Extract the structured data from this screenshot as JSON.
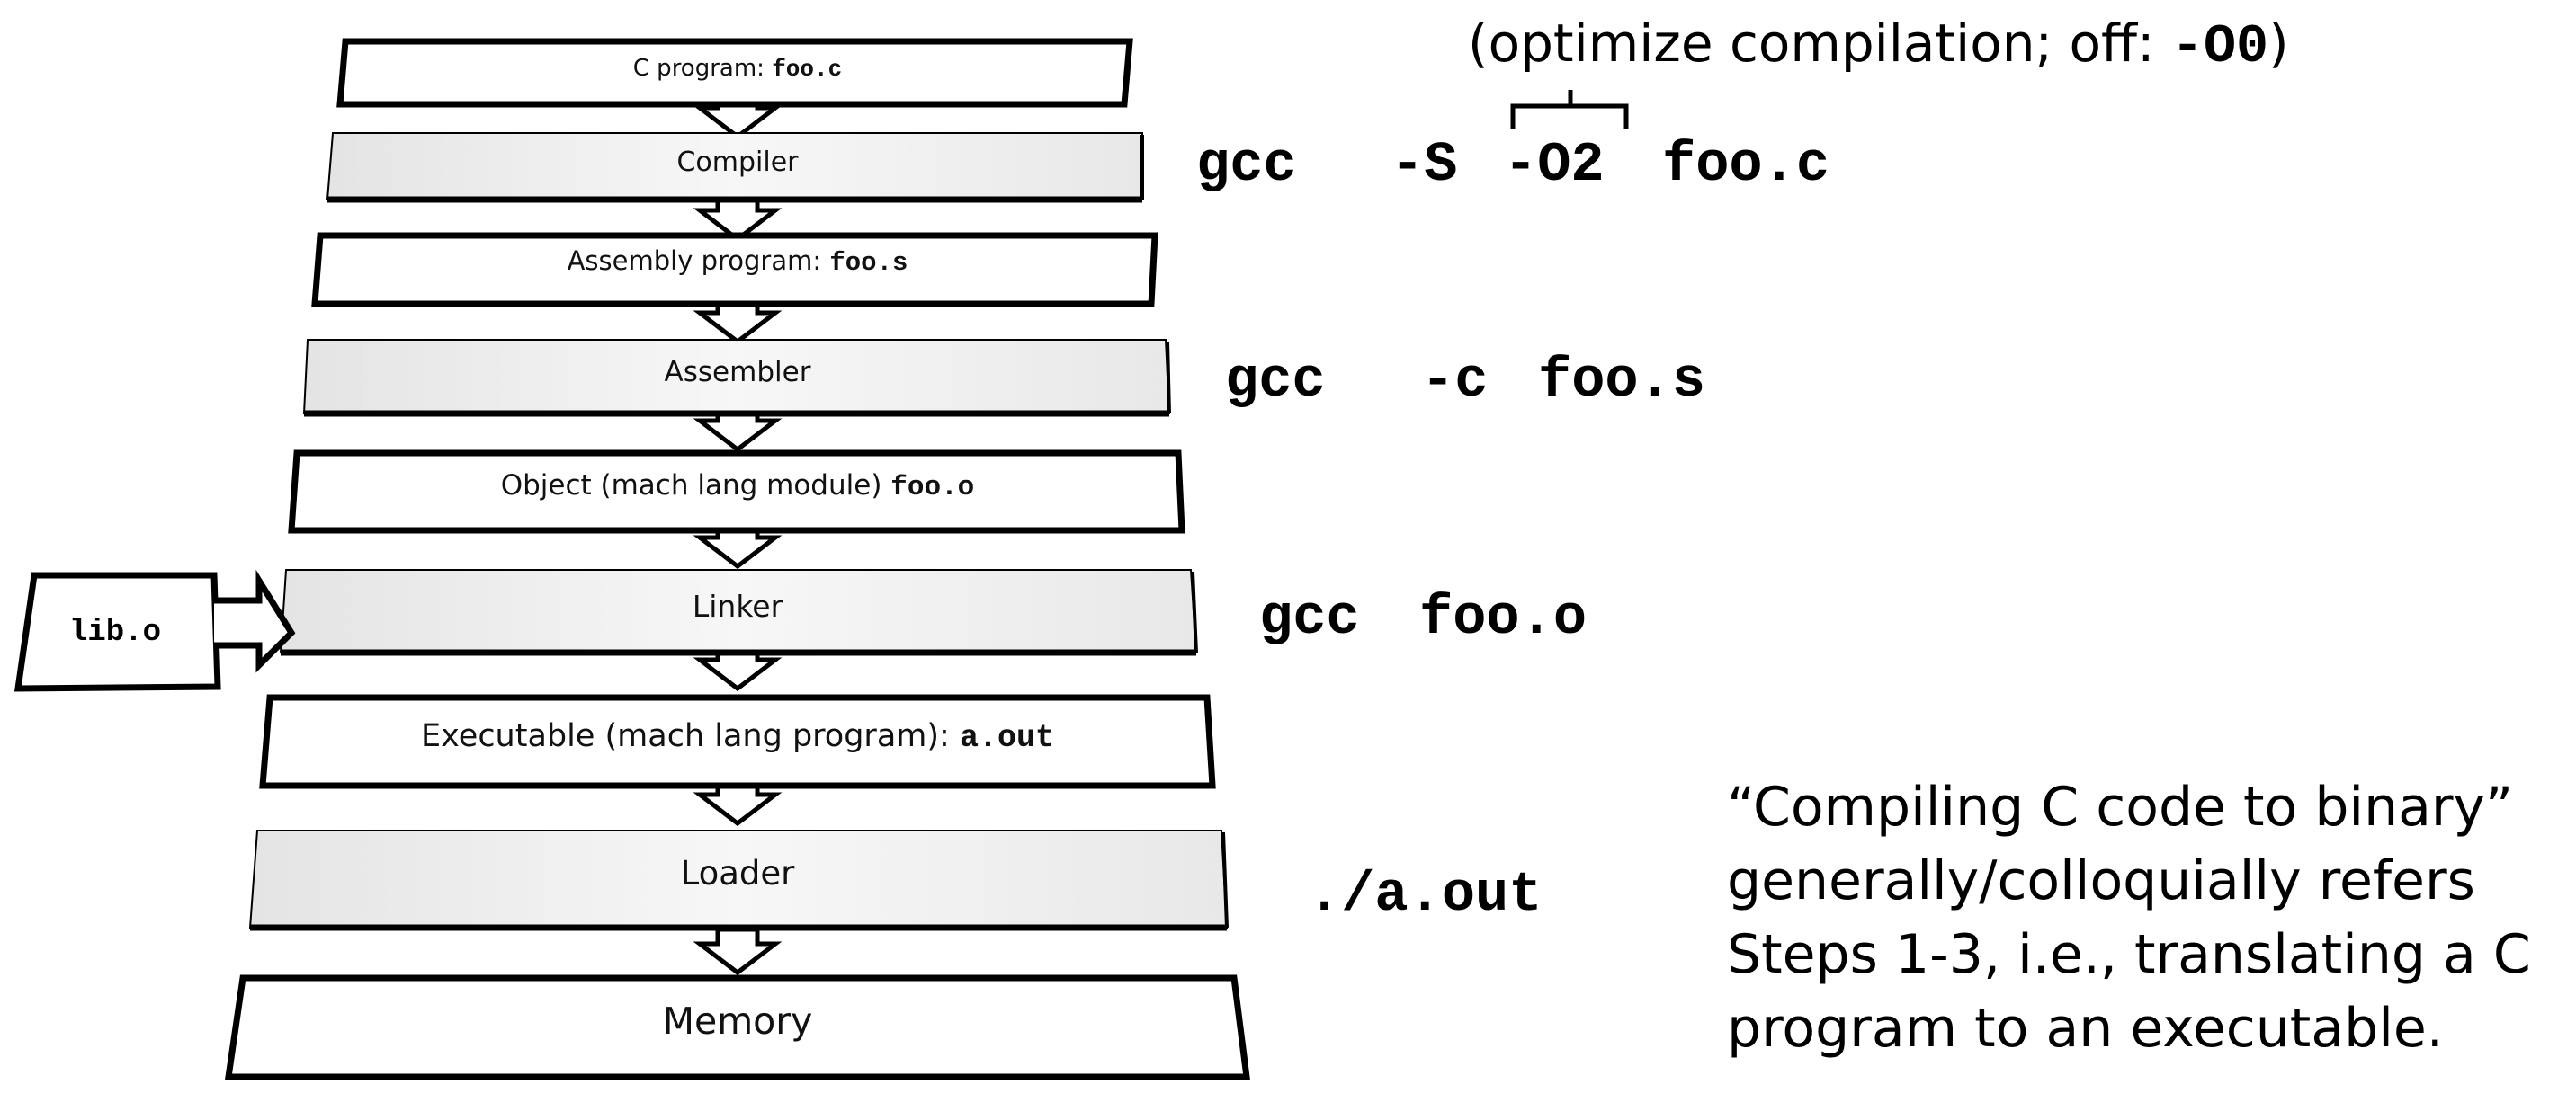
{
  "pipeline": {
    "c_program": {
      "label": "C program: ",
      "file": "foo.c"
    },
    "compiler": {
      "label": "Compiler"
    },
    "assembly": {
      "label": "Assembly program: ",
      "file": "foo.s"
    },
    "assembler": {
      "label": "Assembler"
    },
    "object": {
      "label": "Object (mach lang module) ",
      "file": "foo.o"
    },
    "linker": {
      "label": "Linker"
    },
    "executable": {
      "label": "Executable (mach lang program): ",
      "file": "a.out"
    },
    "loader": {
      "label": "Loader"
    },
    "memory": {
      "label": "Memory"
    },
    "library": {
      "label": "lib.o"
    }
  },
  "commands": {
    "optimize_note_prefix": "(optimize compilation; off: ",
    "optimize_note_flag": "-O0",
    "optimize_note_suffix": ")",
    "compile": {
      "gcc": "gcc",
      "s_flag": "-S",
      "o_flag": "-O2",
      "file": "foo.c"
    },
    "assemble": {
      "gcc": "gcc",
      "c_flag": "-c",
      "file": "foo.s"
    },
    "link": {
      "gcc": "gcc",
      "file": "foo.o"
    },
    "run": "./a.out"
  },
  "note": {
    "lines": [
      "“Compiling C code to binary”",
      "generally/colloquially refers",
      "Steps 1-3, i.e., translating a C",
      "program to an executable."
    ]
  },
  "colors": {
    "outline": "#000000",
    "gray_fill": "#f0f0f0",
    "white_fill": "#ffffff"
  }
}
